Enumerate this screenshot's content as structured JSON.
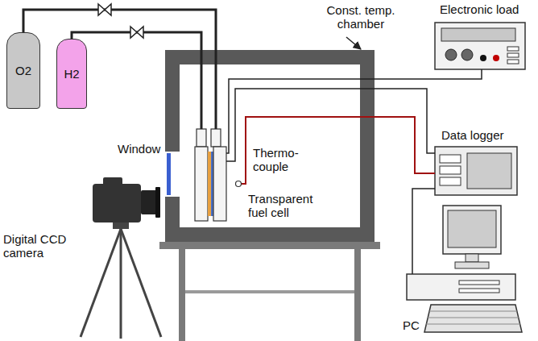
{
  "diagram": {
    "nodes": [
      {
        "text": [
          "O2"
        ]
      },
      {
        "text": [
          "H2"
        ]
      },
      {
        "text": [
          "Const. temp. chamber"
        ]
      },
      {
        "text": [
          "Transparent fuel cell"
        ],
        "in": 2
      },
      {
        "text": [
          "Electronic load"
        ]
      },
      {
        "text": [
          "Data logger"
        ]
      },
      {
        "text": [
          "PC"
        ]
      },
      {
        "text": [
          "Digital CCD camera"
        ]
      }
    ],
    "edges": [
      {
        "from": 0,
        "to": 3,
        "arrow": "none"
      },
      {
        "from": 1,
        "to": 3,
        "arrow": "none"
      },
      {
        "from": 3,
        "to": 4,
        "arrow": "none"
      },
      {
        "from": 3,
        "to": 5,
        "arrow": "none"
      },
      {
        "from": 3,
        "to": 5,
        "arrow": "none"
      },
      {
        "from": 5,
        "to": 6,
        "arrow": "none"
      }
    ],
    "labels": [
      "Window",
      "Thermo-couple"
    ]
  }
}
